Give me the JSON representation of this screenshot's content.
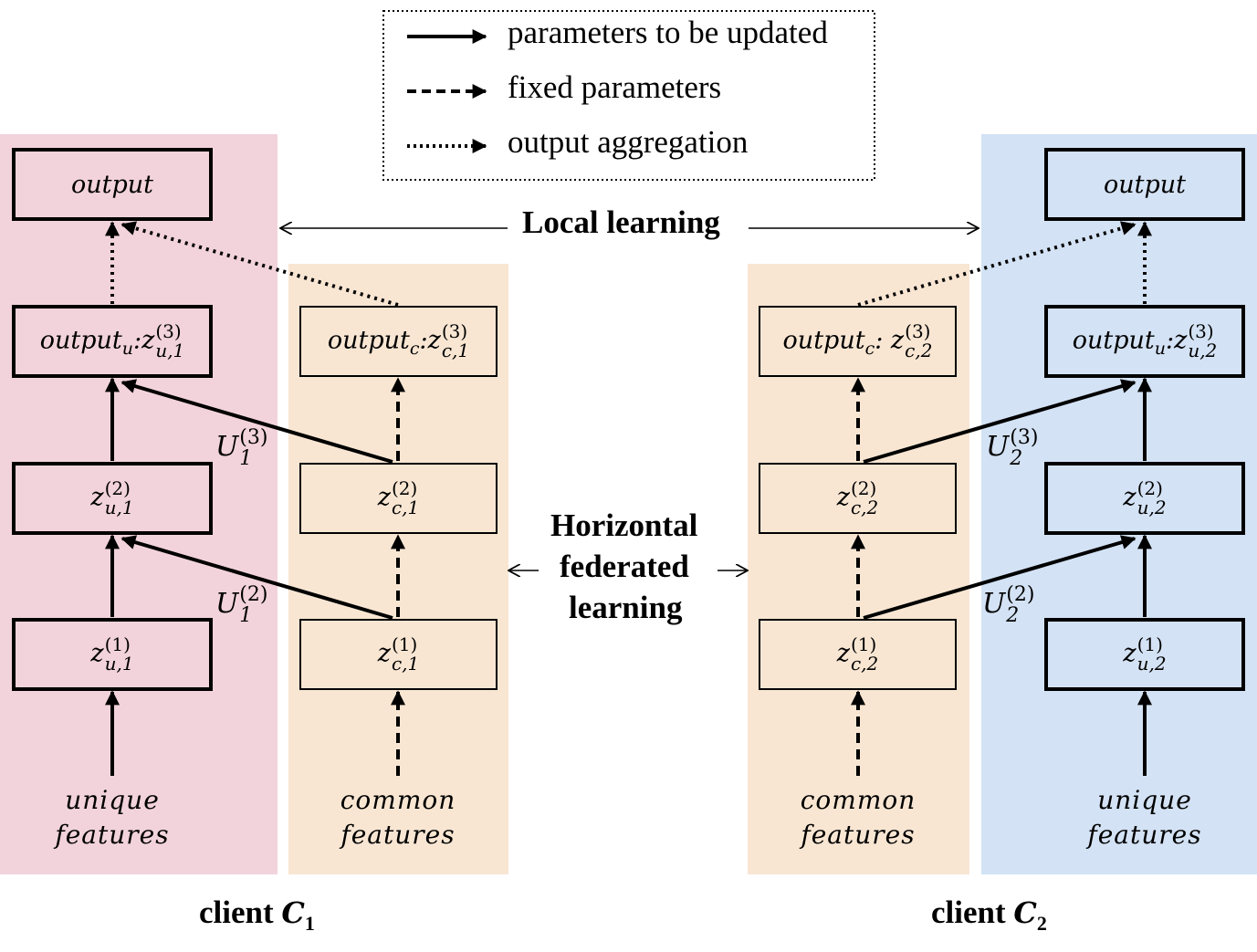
{
  "legend": {
    "items": [
      {
        "label": "parameters to be updated",
        "style": "solid"
      },
      {
        "label": "fixed parameters",
        "style": "dashed"
      },
      {
        "label": "output aggregation",
        "style": "dotted"
      }
    ]
  },
  "center": {
    "local_learning": "Local learning",
    "horizontal_line1": "Horizontal",
    "horizontal_line2": "federated",
    "horizontal_line3": "learning"
  },
  "colors": {
    "client1_unique_bg": "#f2d3db",
    "common_bg": "#f8e6d3",
    "client2_unique_bg": "#d3e2f4"
  },
  "client1": {
    "caption_prefix": "client",
    "caption_var": "C",
    "caption_sub": "1",
    "unique": {
      "output": "output",
      "output_u_main": "output",
      "output_u_sub": "u",
      "output_u_var": ":z",
      "output_u_sup": "(3)",
      "output_u_subscript": "u,1",
      "z2_var": "z",
      "z2_sup": "(2)",
      "z2_sub": "u,1",
      "z1_var": "z",
      "z1_sup": "(1)",
      "z1_sub": "u,1",
      "features_line1": "unique",
      "features_line2": "features"
    },
    "common": {
      "output_c_main": "output",
      "output_c_sub": "c",
      "output_c_var": ":z",
      "output_c_sup": "(3)",
      "output_c_subscript": "c,1",
      "z2_var": "z",
      "z2_sup": "(2)",
      "z2_sub": "c,1",
      "z1_var": "z",
      "z1_sup": "(1)",
      "z1_sub": "c,1",
      "features_line1": "common",
      "features_line2": "features"
    },
    "U3_var": "U",
    "U3_sup": "(3)",
    "U3_sub": "1",
    "U2_var": "U",
    "U2_sup": "(2)",
    "U2_sub": "1"
  },
  "client2": {
    "caption_prefix": "client",
    "caption_var": "C",
    "caption_sub": "2",
    "unique": {
      "output": "output",
      "output_u_main": "output",
      "output_u_sub": "u",
      "output_u_var": ":z",
      "output_u_sup": "(3)",
      "output_u_subscript": "u,2",
      "z2_var": "z",
      "z2_sup": "(2)",
      "z2_sub": "u,2",
      "z1_var": "z",
      "z1_sup": "(1)",
      "z1_sub": "u,2",
      "features_line1": "unique",
      "features_line2": "features"
    },
    "common": {
      "output_c_main": "output",
      "output_c_sub": "c",
      "output_c_var": ": z",
      "output_c_sup": "(3)",
      "output_c_subscript": "c,2",
      "z2_var": "z",
      "z2_sup": "(2)",
      "z2_sub": "c,2",
      "z1_var": "z",
      "z1_sup": "(1)",
      "z1_sub": "c,2",
      "features_line1": "common",
      "features_line2": "features"
    },
    "U3_var": "U",
    "U3_sup": "(3)",
    "U3_sub": "2",
    "U2_var": "U",
    "U2_sup": "(2)",
    "U2_sub": "2"
  }
}
